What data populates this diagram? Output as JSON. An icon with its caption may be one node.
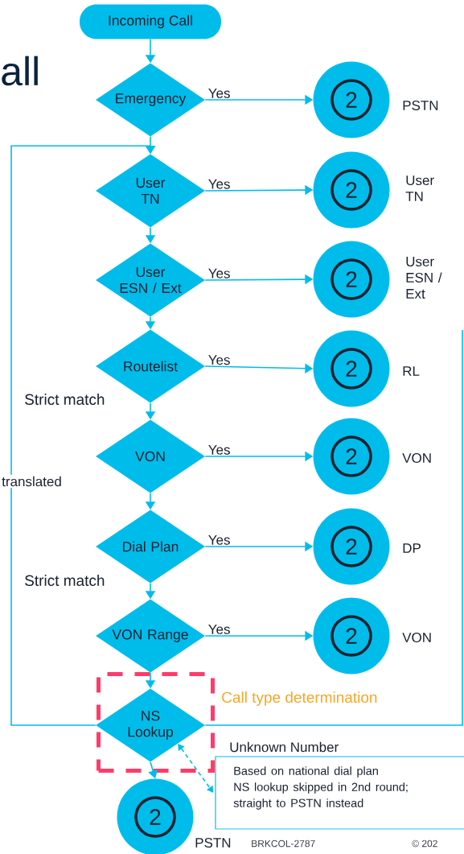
{
  "diagram": {
    "nodes": [
      {
        "text": [
          "Incoming Call"
        ]
      },
      {
        "text": [
          "Emergency"
        ]
      },
      {
        "text": [
          "2"
        ],
        "beside": [
          "PSTN"
        ]
      },
      {
        "text": [
          "User TN"
        ]
      },
      {
        "text": [
          "2"
        ],
        "beside": [
          "User TN"
        ]
      },
      {
        "text": [
          "User ESN / Ext"
        ]
      },
      {
        "text": [
          "2"
        ],
        "beside": [
          "User ESN / Ext"
        ]
      },
      {
        "text": [
          "Routelist"
        ]
      },
      {
        "text": [
          "2"
        ],
        "beside": [
          "RL"
        ]
      },
      {
        "text": [
          "VON"
        ]
      },
      {
        "text": [
          "2"
        ],
        "beside": [
          "VON"
        ]
      },
      {
        "text": [
          "Dial Plan"
        ]
      },
      {
        "text": [
          "2"
        ],
        "beside": [
          "DP"
        ]
      },
      {
        "text": [
          "VON Range"
        ]
      },
      {
        "text": [
          "2"
        ],
        "beside": [
          "VON"
        ]
      },
      {
        "text": [
          "Call type determination"
        ]
      },
      {
        "text": [
          "NS Lookup"
        ],
        "in": 15
      },
      {
        "text": [
          "Unknown Number",
          "Based on national dial plan",
          "NS lookup skipped in 2nd round; straight to PSTN instead"
        ]
      },
      {
        "text": [
          "2"
        ],
        "beside": [
          "PSTN"
        ]
      }
    ],
    "edges": [
      {
        "from": 0,
        "to": 1,
        "arrow": "to"
      },
      {
        "from": 1,
        "to": 2,
        "arrow": "to",
        "label": "Yes"
      },
      {
        "from": 1,
        "to": 3,
        "arrow": "to"
      },
      {
        "from": 3,
        "to": 4,
        "arrow": "to",
        "label": "Yes"
      },
      {
        "from": 3,
        "to": 5,
        "arrow": "to"
      },
      {
        "from": 5,
        "to": 6,
        "arrow": "to",
        "label": "Yes"
      },
      {
        "from": 5,
        "to": 7,
        "arrow": "to"
      },
      {
        "from": 7,
        "to": 8,
        "arrow": "to",
        "label": "Yes"
      },
      {
        "from": 7,
        "to": 9,
        "arrow": "to"
      },
      {
        "from": 9,
        "to": 10,
        "arrow": "to",
        "label": "Yes"
      },
      {
        "from": 9,
        "to": 11,
        "arrow": "to"
      },
      {
        "from": 11,
        "to": 12,
        "arrow": "to",
        "label": "Yes"
      },
      {
        "from": 11,
        "to": 13,
        "arrow": "to"
      },
      {
        "from": 13,
        "to": 14,
        "arrow": "to",
        "label": "Yes"
      },
      {
        "from": 13,
        "to": 16,
        "arrow": "to"
      },
      {
        "from": 16,
        "to": 18,
        "arrow": "to"
      },
      {
        "from": 16,
        "to": 3,
        "arrow": "to",
        "label": "translated"
      },
      {
        "from": 16,
        "to": null,
        "arrow": "none"
      },
      {
        "from": 16,
        "to": 17,
        "arrow": "both",
        "style": "dashed"
      }
    ],
    "labels": [
      "all",
      "Strict match",
      "Strict match",
      "BRKCOL-2787",
      "© 202"
    ]
  }
}
